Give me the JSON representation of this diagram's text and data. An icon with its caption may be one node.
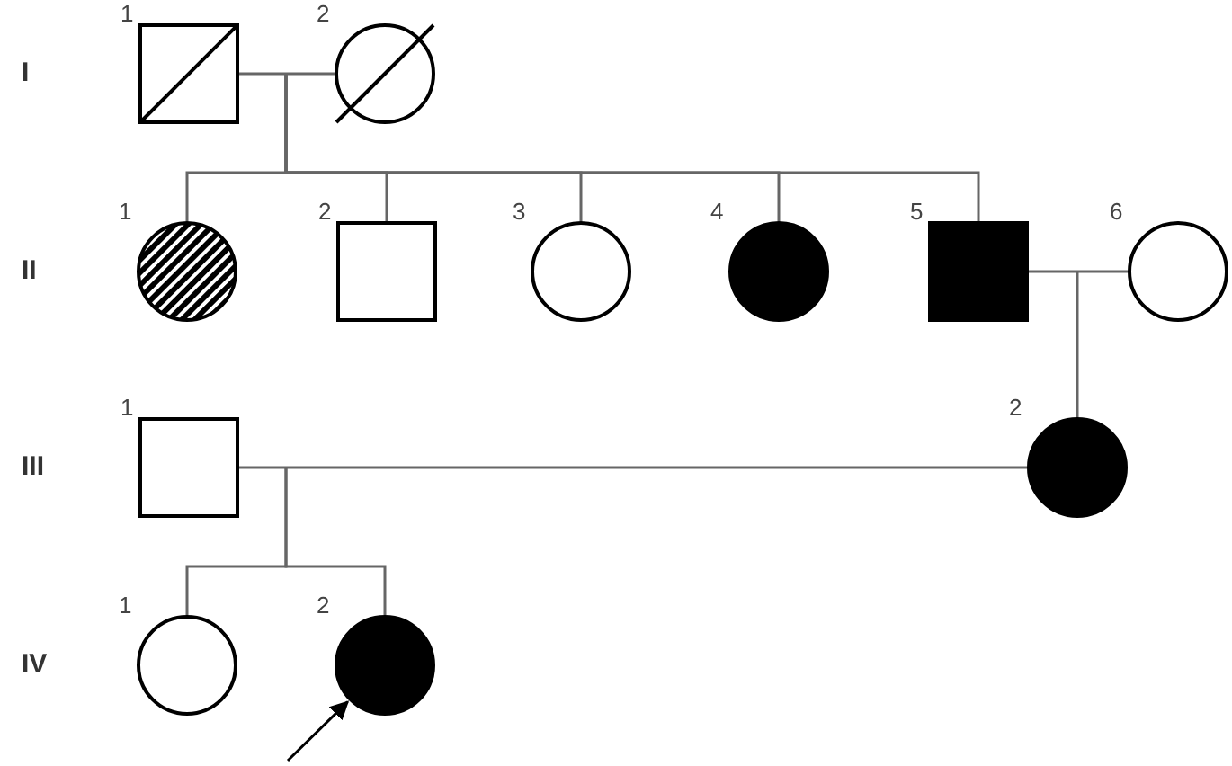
{
  "diagram": {
    "nodes": [
      {
        "text": [],
        "shape": "square",
        "beside": [
          "1"
        ]
      },
      {
        "text": [],
        "shape": "circle",
        "beside": [
          "2"
        ]
      },
      {
        "text": [],
        "shape": "circle",
        "beside": [
          "1"
        ]
      },
      {
        "text": [],
        "shape": "square",
        "beside": [
          "2"
        ]
      },
      {
        "text": [],
        "shape": "circle",
        "beside": [
          "3"
        ]
      },
      {
        "text": [],
        "shape": "circle",
        "beside": [
          "4"
        ]
      },
      {
        "text": [],
        "shape": "square",
        "beside": [
          "5"
        ]
      },
      {
        "text": [],
        "shape": "circle",
        "beside": [
          "6"
        ]
      },
      {
        "text": [],
        "shape": "square",
        "beside": [
          "1"
        ]
      },
      {
        "text": [],
        "shape": "circle",
        "beside": [
          "2"
        ]
      },
      {
        "text": [],
        "shape": "circle",
        "beside": [
          "1"
        ]
      },
      {
        "text": [],
        "shape": "circle",
        "beside": [
          "2"
        ]
      }
    ],
    "edges": [
      {
        "from": 0,
        "to": 1,
        "arrow": "none"
      },
      {
        "from": 0,
        "to": 2,
        "arrow": "none"
      },
      {
        "from": 0,
        "to": 3,
        "arrow": "none"
      },
      {
        "from": 0,
        "to": 4,
        "arrow": "none"
      },
      {
        "from": 0,
        "to": 5,
        "arrow": "none"
      },
      {
        "from": 0,
        "to": 6,
        "arrow": "none"
      },
      {
        "from": 1,
        "to": 2,
        "arrow": "none"
      },
      {
        "from": 1,
        "to": 3,
        "arrow": "none"
      },
      {
        "from": 1,
        "to": 4,
        "arrow": "none"
      },
      {
        "from": 1,
        "to": 5,
        "arrow": "none"
      },
      {
        "from": 1,
        "to": 6,
        "arrow": "none"
      },
      {
        "from": 6,
        "to": 7,
        "arrow": "none"
      },
      {
        "from": 6,
        "to": 9,
        "arrow": "none"
      },
      {
        "from": 7,
        "to": 9,
        "arrow": "none"
      },
      {
        "from": 8,
        "to": 9,
        "arrow": "none"
      },
      {
        "from": 8,
        "to": 10,
        "arrow": "none"
      },
      {
        "from": 8,
        "to": 11,
        "arrow": "none"
      },
      {
        "from": 9,
        "to": 10,
        "arrow": "none"
      },
      {
        "from": 9,
        "to": 11,
        "arrow": "none"
      },
      {
        "from": null,
        "to": 11,
        "arrow": "to",
        "color": "#000000"
      }
    ],
    "labels": [
      "I",
      "II",
      "III",
      "IV"
    ]
  }
}
